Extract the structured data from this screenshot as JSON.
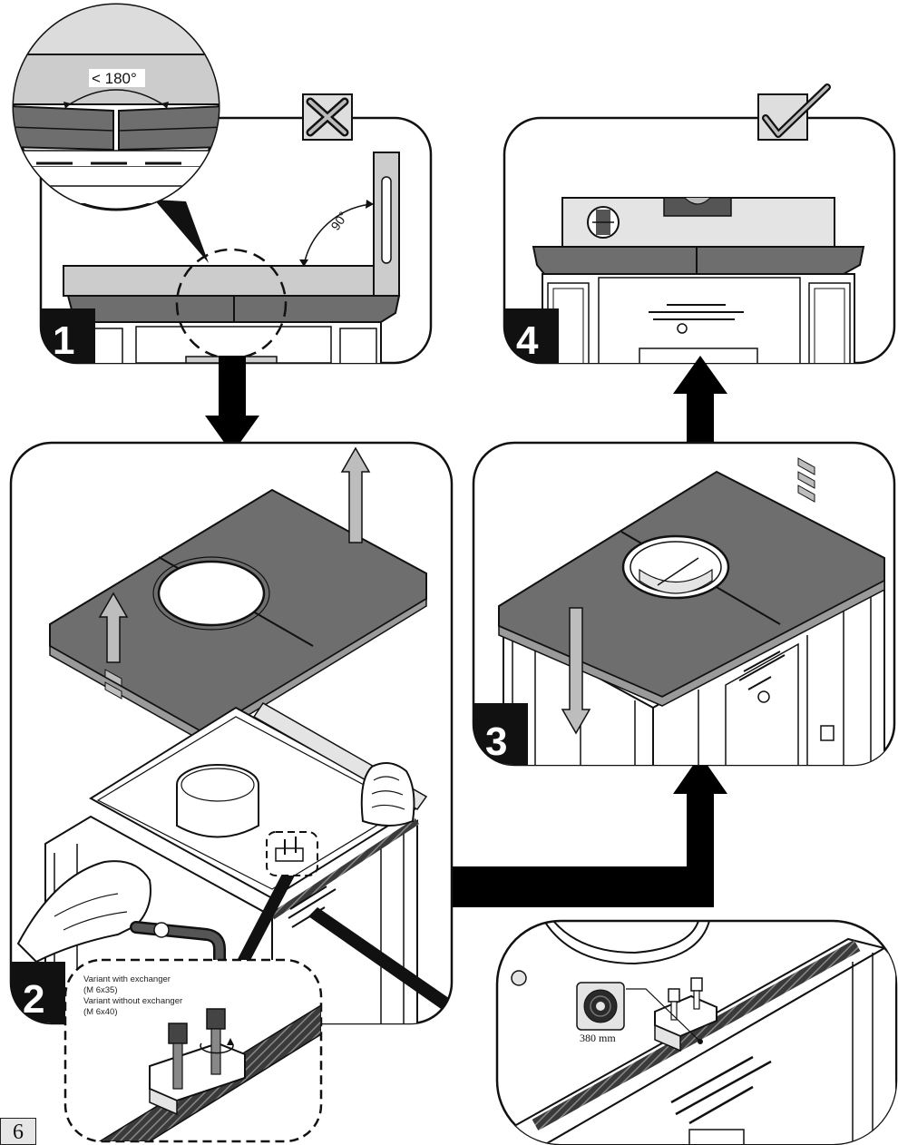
{
  "page_number": "6",
  "panels": {
    "step1": {
      "number": "1",
      "angle_label": "< 180°",
      "angle_right": "90°",
      "status_icon": "cross-mark-icon"
    },
    "step2": {
      "number": "2",
      "callout_line1": "Variant with exchanger",
      "callout_line2": "(M 6x35)",
      "callout_line3": "Variant without exchanger",
      "callout_line4": "(M 6x40)"
    },
    "step3": {
      "number": "3"
    },
    "step4": {
      "number": "4",
      "status_icon": "check-mark-icon"
    },
    "detail": {
      "gasket_length": "380 mm"
    }
  },
  "colors": {
    "top_plate": "#6e6e6e",
    "light_gray": "#cccccc",
    "arrow": "#000000",
    "lift_arrow": "#bdbdbd"
  }
}
